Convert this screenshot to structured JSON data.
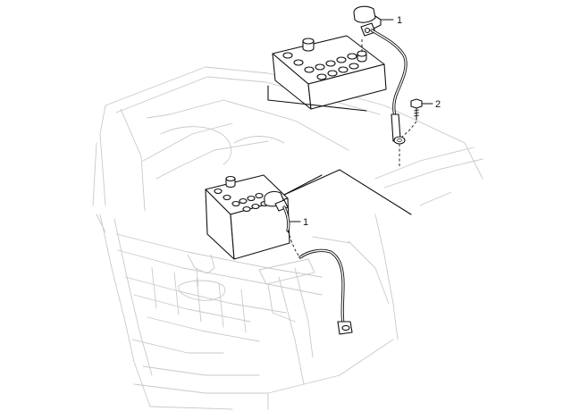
{
  "callouts": {
    "upper_cable": "1",
    "bolt": "2",
    "lower_cable": "1"
  }
}
